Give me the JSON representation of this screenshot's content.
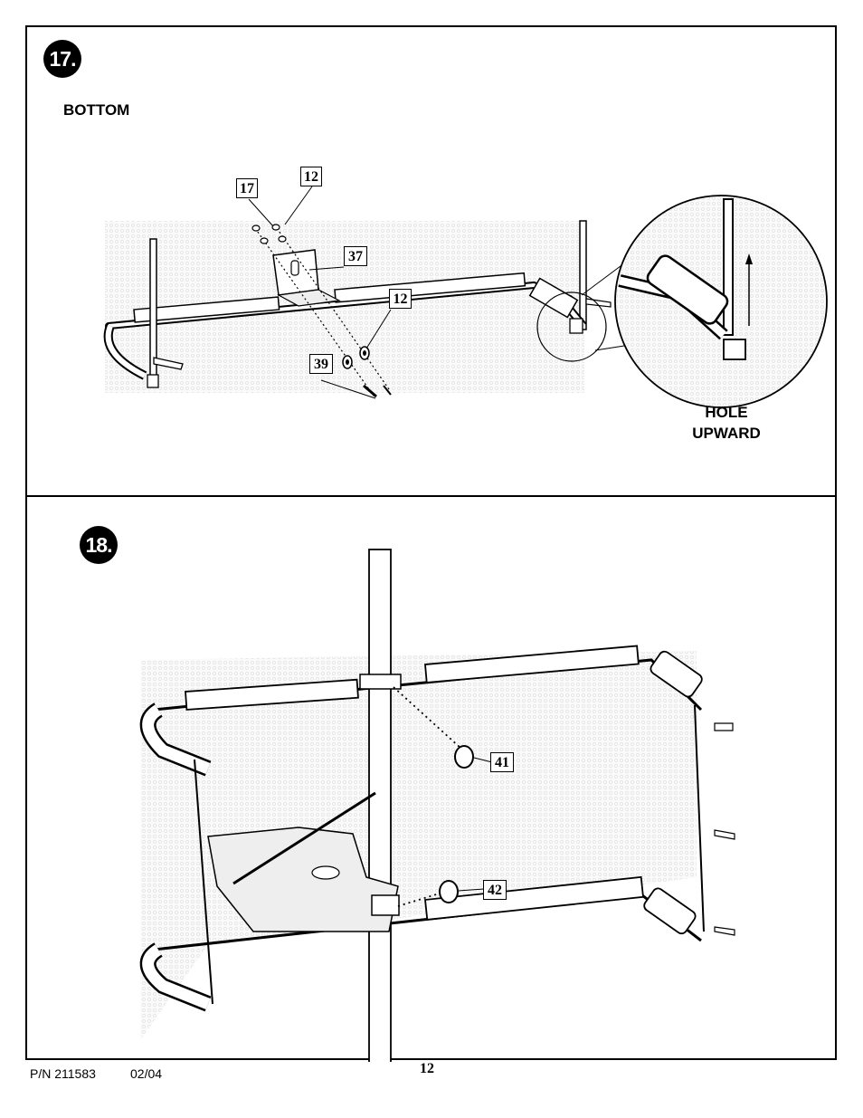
{
  "step17": {
    "number": "17.",
    "view_label": "BOTTOM",
    "detail_label_line1": "HOLE",
    "detail_label_line2": "UPWARD",
    "callouts": [
      "17",
      "12",
      "37",
      "12",
      "39"
    ]
  },
  "step18": {
    "number": "18.",
    "callouts": [
      "41",
      "42"
    ]
  },
  "footer": {
    "part_number": "P/N 211583",
    "date": "02/04",
    "page": "12"
  }
}
